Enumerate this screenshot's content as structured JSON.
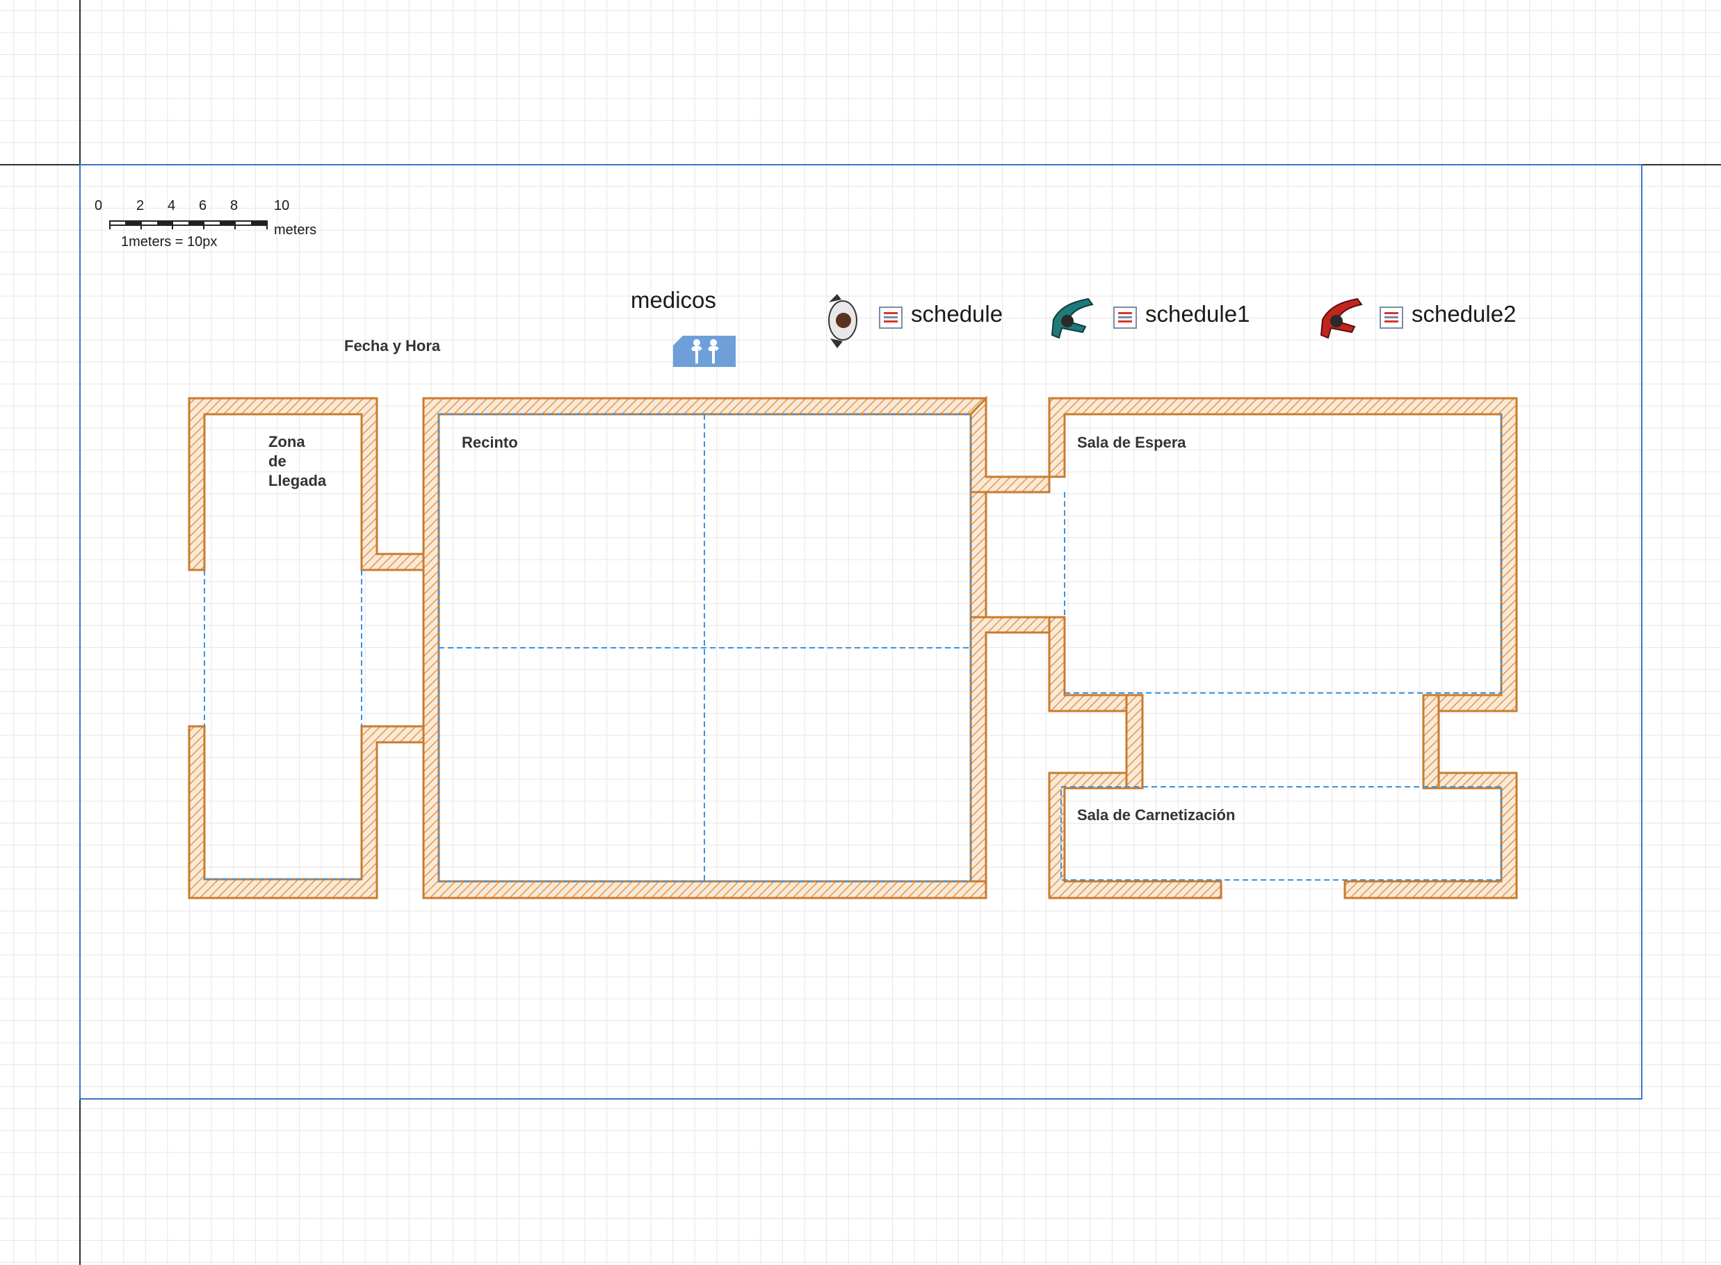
{
  "canvas": {
    "colors": {
      "wall": "#c97b2e",
      "wall_hatch": "#d99a55",
      "grid_line": "#3b92e0",
      "frame": "#3a74c8",
      "axis": "#2f2f2f"
    }
  },
  "scale_bar": {
    "ticks": [
      "0",
      "2",
      "4",
      "6",
      "8",
      "10"
    ],
    "unit": "meters",
    "ratio": "1meters = 10px"
  },
  "labels": {
    "datetime": "Fecha y Hora",
    "resource_pool": "medicos"
  },
  "rooms": [
    {
      "id": "arrival",
      "name_lines": [
        "Zona",
        "de",
        "Llegada"
      ]
    },
    {
      "id": "recinto",
      "name": "Recinto"
    },
    {
      "id": "waiting",
      "name": "Sala de Espera"
    },
    {
      "id": "carnet",
      "name": "Sala de Carnetización"
    }
  ],
  "agents": [
    {
      "icon": "person-gray-icon",
      "color": "#5a5a5a",
      "schedule_label": "schedule"
    },
    {
      "icon": "person-teal-icon",
      "color": "#1f7a7a",
      "schedule_label": "schedule1"
    },
    {
      "icon": "person-red-icon",
      "color": "#c0251f",
      "schedule_label": "schedule2"
    }
  ]
}
